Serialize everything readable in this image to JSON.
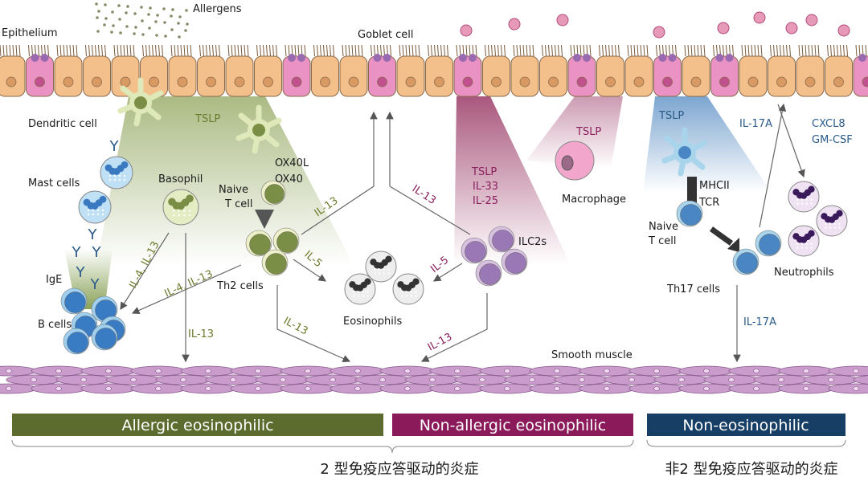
{
  "labels": {
    "allergens": "Allergens",
    "epithelium": "Epithelium",
    "goblet_cell": "Goblet cell",
    "dendritic_cell": "Dendritic cell",
    "tslp_left": "TSLP",
    "mast_cells": "Mast cells",
    "basophil": "Basophil",
    "ox40l": "OX40L",
    "ox40": "OX40",
    "naive_t_cell_left": [
      "Naive",
      "T cell"
    ],
    "ige": "IgE",
    "b_cells": "B cells",
    "th2_cells": "Th2 cells",
    "eosinophils": "Eosinophils",
    "ilc2s": "ILC2s",
    "tslp_il33_il25": [
      "TSLP",
      "IL-33",
      "IL-25"
    ],
    "tslp_macrophage": "TSLP",
    "macrophage": "Macrophage",
    "tslp_right": "TSLP",
    "mhcii": "MHCII",
    "tcr": "TCR",
    "naive_t_cell_right": [
      "Naive",
      "T cell"
    ],
    "th17_cells": "Th17 cells",
    "neutrophils": "Neutrophils",
    "il17a_up": "IL-17A",
    "il17a_down": "IL-17A",
    "cxcl8_gmcsf": [
      "CXCL8",
      "GM-CSF"
    ],
    "smooth_muscle": "Smooth muscle",
    "cytokines": {
      "il4_il13_basophil": "IL-4, IL-13",
      "il4_il13_th2": "IL-4, IL-13",
      "il13_basophil": "IL-13",
      "il13_th2_up": "IL-13",
      "il5_th2": "IL-5",
      "il13_th2_down": "IL-13",
      "il13_ilc2_up": "IL-13",
      "il5_ilc2": "IL-5",
      "il13_ilc2_down": "IL-13"
    }
  },
  "categories": [
    {
      "label": "Allergic eosinophilic",
      "color": "#5c6b2e"
    },
    {
      "label": "Non-allergic eosinophilic",
      "color": "#8a1a5a"
    },
    {
      "label": "Non-eosinophilic",
      "color": "#173f66"
    }
  ],
  "groups": [
    {
      "label": "2 型免疫应答驱动的炎症"
    },
    {
      "label": "非2 型免疫应答驱动的炎症"
    }
  ],
  "colors": {
    "epithelial_cell": "#f3bf8a",
    "goblet_cell": "#ea92c4",
    "smooth_muscle": "#c99ccb",
    "th2": "#7a8f45",
    "ilc2": "#9a78b5",
    "th17": "#4a85c4"
  }
}
